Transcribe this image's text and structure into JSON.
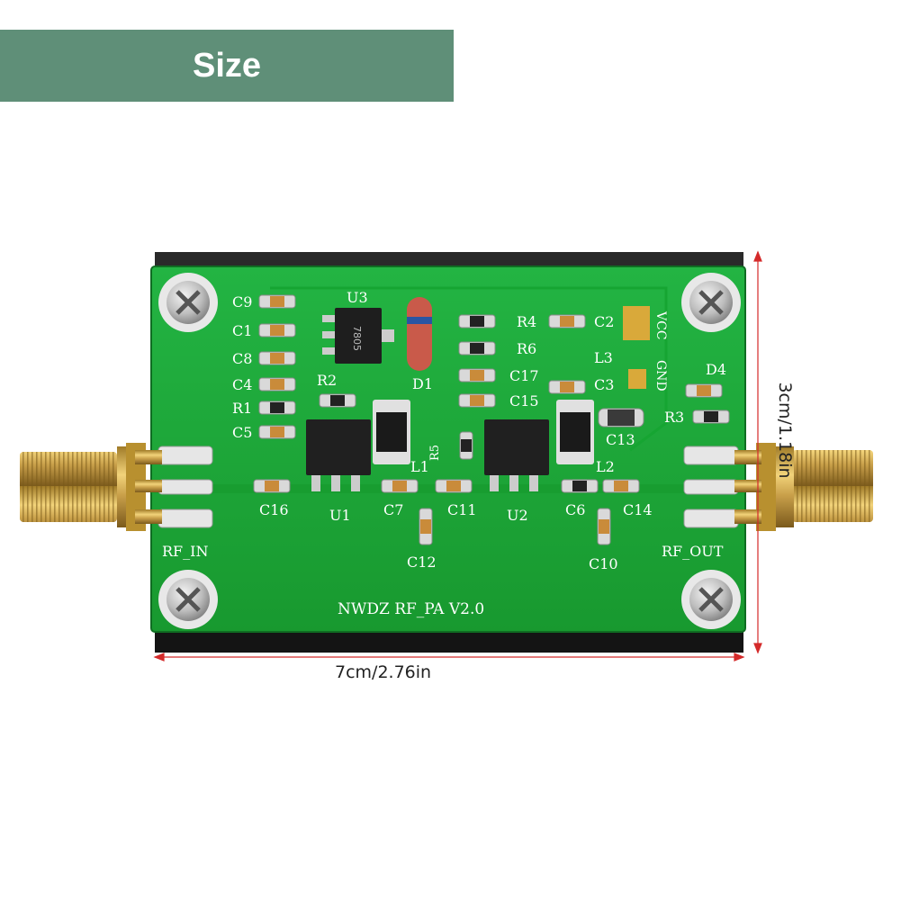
{
  "banner": {
    "title": "Size"
  },
  "dimensions": {
    "width_label": "7cm/2.76in",
    "height_label": "3cm/1.18in"
  },
  "board": {
    "name": "NWDZ RF_PA V2.0",
    "rf_in": "RF_IN",
    "rf_out": "RF_OUT",
    "vcc": "VCC",
    "gnd": "GND",
    "labels": {
      "c9": "C9",
      "c1": "C1",
      "c8": "C8",
      "c4": "C4",
      "r1": "R1",
      "c5": "C5",
      "u3": "U3",
      "r2": "R2",
      "d1": "D1",
      "r4": "R4",
      "c2": "C2",
      "r6": "R6",
      "l3": "L3",
      "c17": "C17",
      "c3": "C3",
      "c15": "C15",
      "d4": "D4",
      "r3": "R3",
      "c13": "C13",
      "r5": "R5",
      "l1": "L1",
      "l2": "L2",
      "c16": "C16",
      "u1": "U1",
      "c7": "C7",
      "c11": "C11",
      "u2": "U2",
      "c6": "C6",
      "c14": "C14",
      "c12": "C12",
      "c10": "C10",
      "reg": "7805"
    }
  },
  "colors": {
    "banner": "#5f8f78",
    "pcb": "#1fa83a",
    "heatsink": "#1c1c1c",
    "gold": "#c9a64a",
    "dimension_line": "#d42a2a"
  }
}
